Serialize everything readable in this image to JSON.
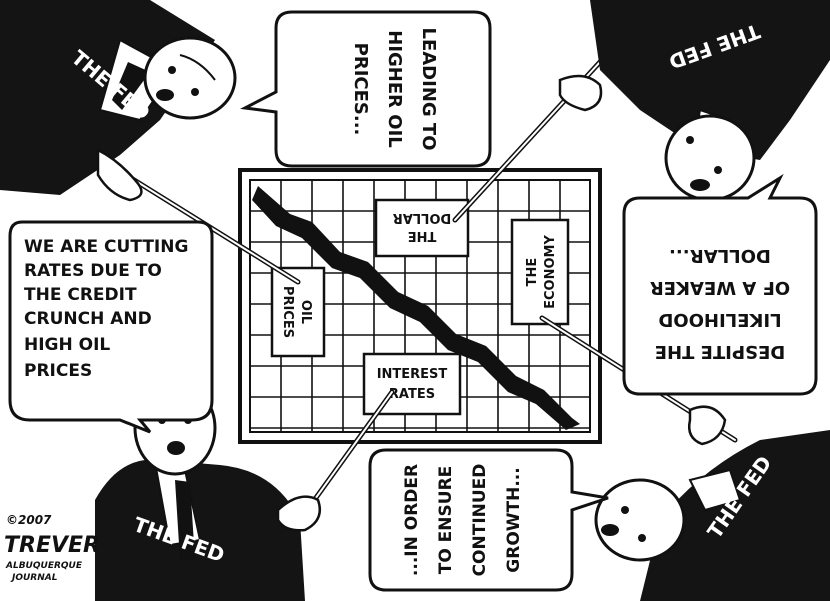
{
  "chart_labels": {
    "oil_prices": [
      "OIL",
      "PRICES"
    ],
    "the_dollar": [
      "THE",
      "DOLLAR"
    ],
    "the_economy": [
      "THE",
      "ECONOMY"
    ],
    "interest_rates": [
      "INTEREST",
      "RATES"
    ]
  },
  "figures": {
    "top_left": "THE FED",
    "top_right": "THE FED",
    "bottom_left": "THE FED",
    "bottom_right": "THE FED"
  },
  "bubbles": {
    "bottom_left": [
      "WE ARE CUTTING",
      "RATES DUE TO",
      "THE CREDIT",
      "CRUNCH AND",
      "HIGH OIL",
      "PRICES"
    ],
    "top_left": [
      "LEADING TO",
      "HIGHER OIL",
      "PRICES..."
    ],
    "top_right": [
      "DESPITE THE",
      "LIKELIHOOD",
      "OF A WEAKER",
      "DOLLAR..."
    ],
    "bottom_right": [
      "...IN ORDER",
      "TO ENSURE",
      "CONTINUED",
      "GROWTH..."
    ]
  },
  "signature": {
    "copyright": "©2007",
    "artist": "TREVER",
    "paper": [
      "ALBUQUERQUE",
      "JOURNAL"
    ]
  },
  "colors": {
    "ink": "#111111",
    "paper": "#ffffff",
    "coat": "#141414"
  }
}
